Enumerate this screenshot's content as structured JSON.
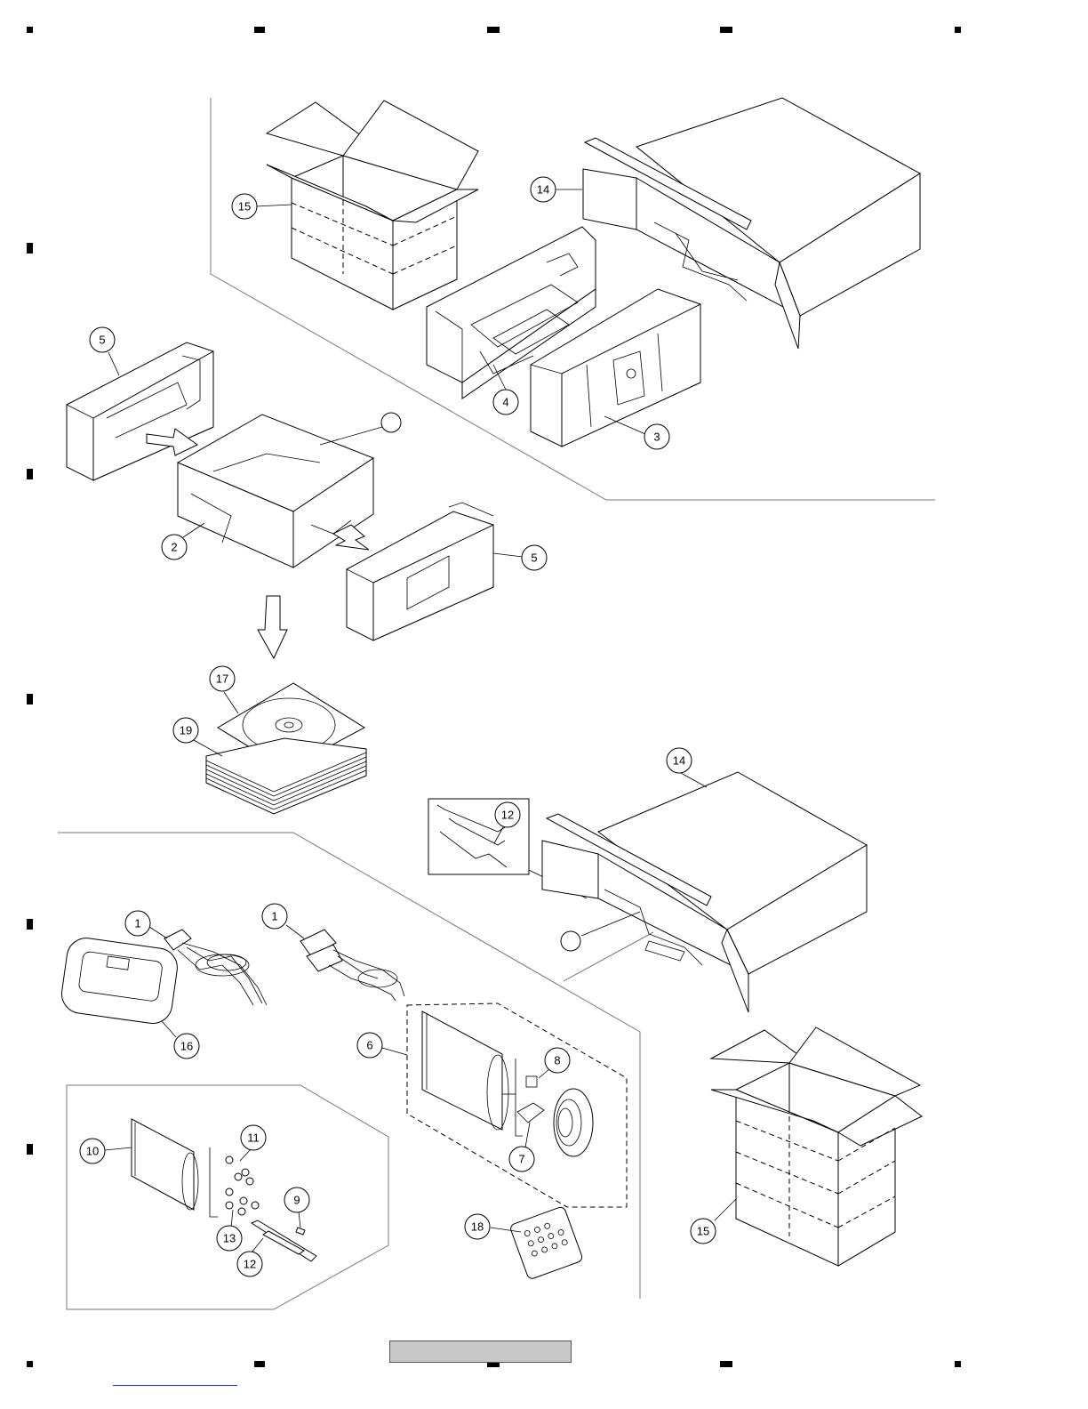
{
  "diagram": {
    "part_numbers": [
      "1",
      "2",
      "3",
      "4",
      "5",
      "6",
      "7",
      "8",
      "9",
      "10",
      "11",
      "12",
      "13",
      "14",
      "15",
      "16",
      "17",
      "18",
      "19"
    ]
  },
  "callouts": {
    "c15_top": "15",
    "c14_top": "14",
    "c5_left": "5",
    "c4": "4",
    "c3": "3",
    "c2": "2",
    "c5_right": "5",
    "c17": "17",
    "c19": "19",
    "c14_mid": "14",
    "c12_inset": "12",
    "c1_left": "1",
    "c1_right": "1",
    "c16": "16",
    "c6": "6",
    "c8": "8",
    "c7": "7",
    "c10": "10",
    "c11": "11",
    "c9": "9",
    "c13": "13",
    "c12_bottom": "12",
    "c18": "18",
    "c15_bottom": "15"
  },
  "colors": {
    "line": "#000000",
    "page_tab": "#c8c8c8",
    "link": "#2233cc"
  }
}
